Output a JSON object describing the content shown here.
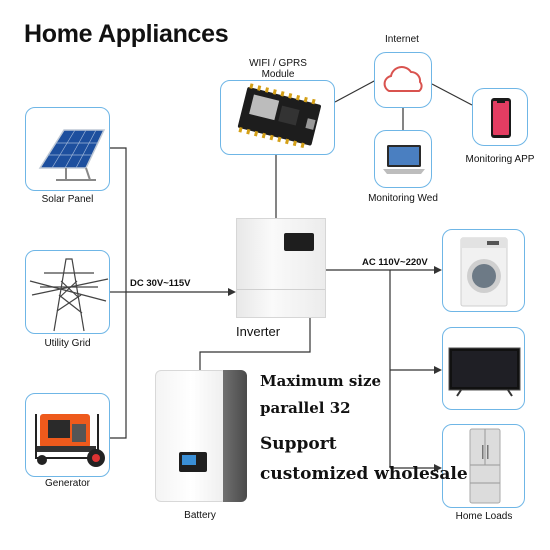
{
  "title": "Home Appliances",
  "labels": {
    "solar_panel": "Solar Panel",
    "utility_grid": "Utility Grid",
    "generator": "Generator",
    "wifi_line1": "WIFI / GPRS",
    "wifi_line2": "Module",
    "internet": "Internet",
    "monitoring_web": "Monitoring Wed",
    "monitoring_app": "Monitoring APP",
    "inverter": "Inverter",
    "battery": "Battery",
    "home_loads": "Home Loads"
  },
  "flows": {
    "dc": "DC 30V~115V",
    "ac": "AC 110V~220V"
  },
  "features": {
    "line1": "Maximum size",
    "line2": "parallel 32",
    "line3": "Support",
    "line4": "customized wholesale"
  },
  "colors": {
    "box_border": "#6fb6e6",
    "line": "#333333"
  }
}
